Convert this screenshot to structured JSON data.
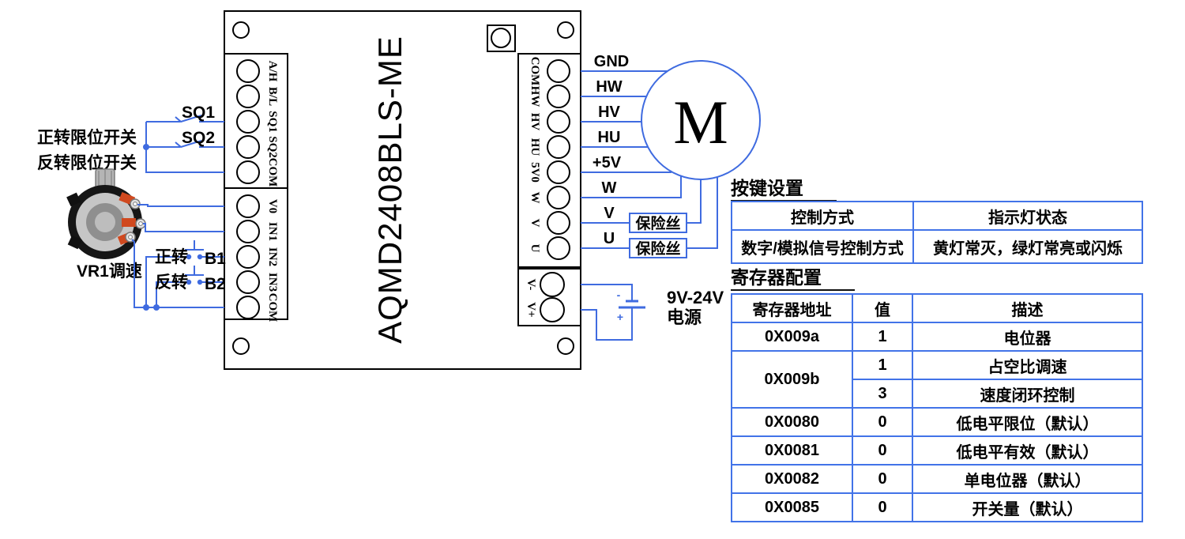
{
  "colors": {
    "wire_blue": "#3f6be0",
    "table_border_blue": "#4273e8",
    "text_black": "#000000"
  },
  "diagram": {
    "board_title": "AQMD2408BLS-ME",
    "left_block1": {
      "labels": [
        "A/H",
        "B/L",
        "SQ1",
        "SQ2",
        "COM"
      ]
    },
    "left_block2": {
      "labels": [
        "V0",
        "IN1",
        "IN2",
        "IN3",
        "COM"
      ]
    },
    "right_block": {
      "labels": [
        "COM",
        "HW",
        "HV",
        "HU",
        "5V0",
        "W",
        "V",
        "U"
      ]
    },
    "power_block": {
      "labels": [
        "V-",
        "V+"
      ]
    },
    "switches": {
      "sq1": "SQ1",
      "sq2": "SQ2",
      "forward_limit": "正转限位开关",
      "reverse_limit": "反转限位开关"
    },
    "pot_label": "VR1调速",
    "buttons": {
      "forward": "正转",
      "b1": "B1",
      "reverse": "反转",
      "b2": "B2"
    },
    "wire_labels": [
      "GND",
      "HW",
      "HV",
      "HU",
      "+5V",
      "W",
      "V",
      "U"
    ],
    "fuse_label": "保险丝",
    "motor_label": "M",
    "battery": {
      "minus": "-",
      "plus": "+"
    },
    "power_supply": {
      "line1": "9V-24V",
      "line2": "电源"
    }
  },
  "tables": {
    "button_settings": {
      "title": "按键设置",
      "headers": [
        "控制方式",
        "指示灯状态"
      ],
      "rows": [
        [
          "数字/模拟信号控制方式",
          "黄灯常灭，绿灯常亮或闪烁"
        ]
      ]
    },
    "register_config": {
      "title": "寄存器配置",
      "headers": [
        "寄存器地址",
        "值",
        "描述"
      ],
      "rows": [
        {
          "addr": "0X009a",
          "value": "1",
          "desc": "电位器"
        },
        {
          "addr": "0X009b",
          "value": "1",
          "desc": "占空比调速"
        },
        {
          "value": "3",
          "desc": "速度闭环控制"
        },
        {
          "addr": "0X0080",
          "value": "0",
          "desc": "低电平限位（默认）"
        },
        {
          "addr": "0X0081",
          "value": "0",
          "desc": "低电平有效（默认）"
        },
        {
          "addr": "0X0082",
          "value": "0",
          "desc": "单电位器（默认）"
        },
        {
          "addr": "0X0085",
          "value": "0",
          "desc": "开关量（默认）"
        }
      ]
    }
  }
}
